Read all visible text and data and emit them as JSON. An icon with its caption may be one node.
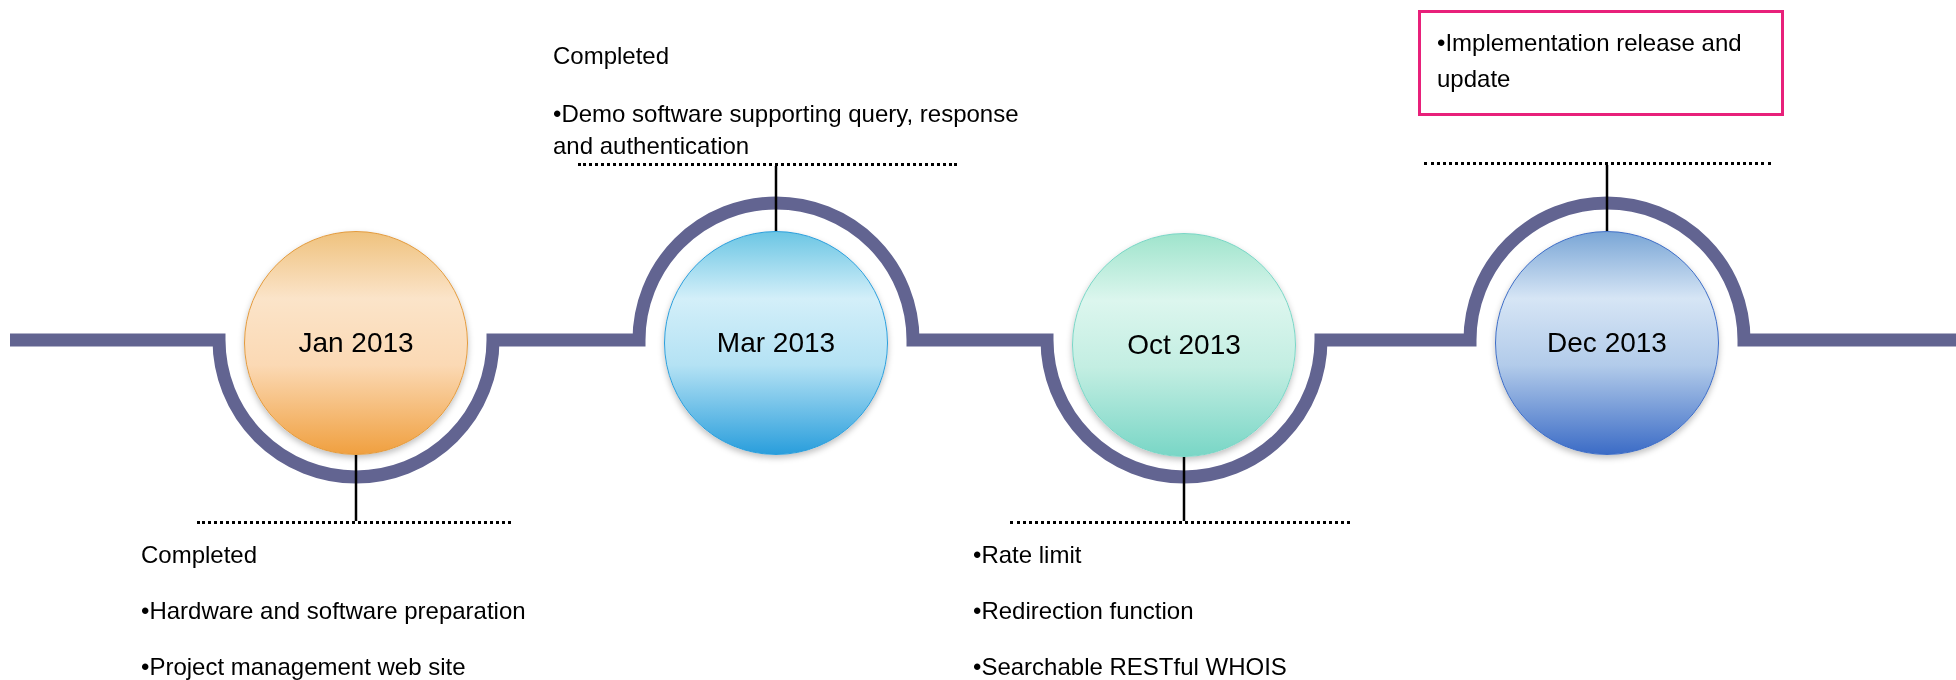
{
  "diagram": {
    "nodes": [
      {
        "text": [
          "Jan 2013"
        ]
      },
      {
        "text": [
          "Mar 2013"
        ]
      },
      {
        "text": [
          "Oct 2013"
        ]
      },
      {
        "text": [
          "Dec 2013"
        ]
      },
      {
        "text": [
          "Completed",
          "•Hardware and software preparation",
          "•Project management web site"
        ]
      },
      {
        "text": [
          "Completed",
          "•Demo software supporting query, response and authentication"
        ]
      },
      {
        "text": [
          "•Rate limit",
          "•Redirection function",
          "•Searchable RESTful WHOIS"
        ]
      },
      {
        "text": [
          "•Implementation release and update"
        ]
      }
    ],
    "edges": [
      {
        "from": 4,
        "to": 0,
        "arrow": "none"
      },
      {
        "from": 5,
        "to": 1,
        "arrow": "none"
      },
      {
        "from": 6,
        "to": 2,
        "arrow": "none"
      },
      {
        "from": 7,
        "to": 3,
        "arrow": "none"
      }
    ]
  }
}
